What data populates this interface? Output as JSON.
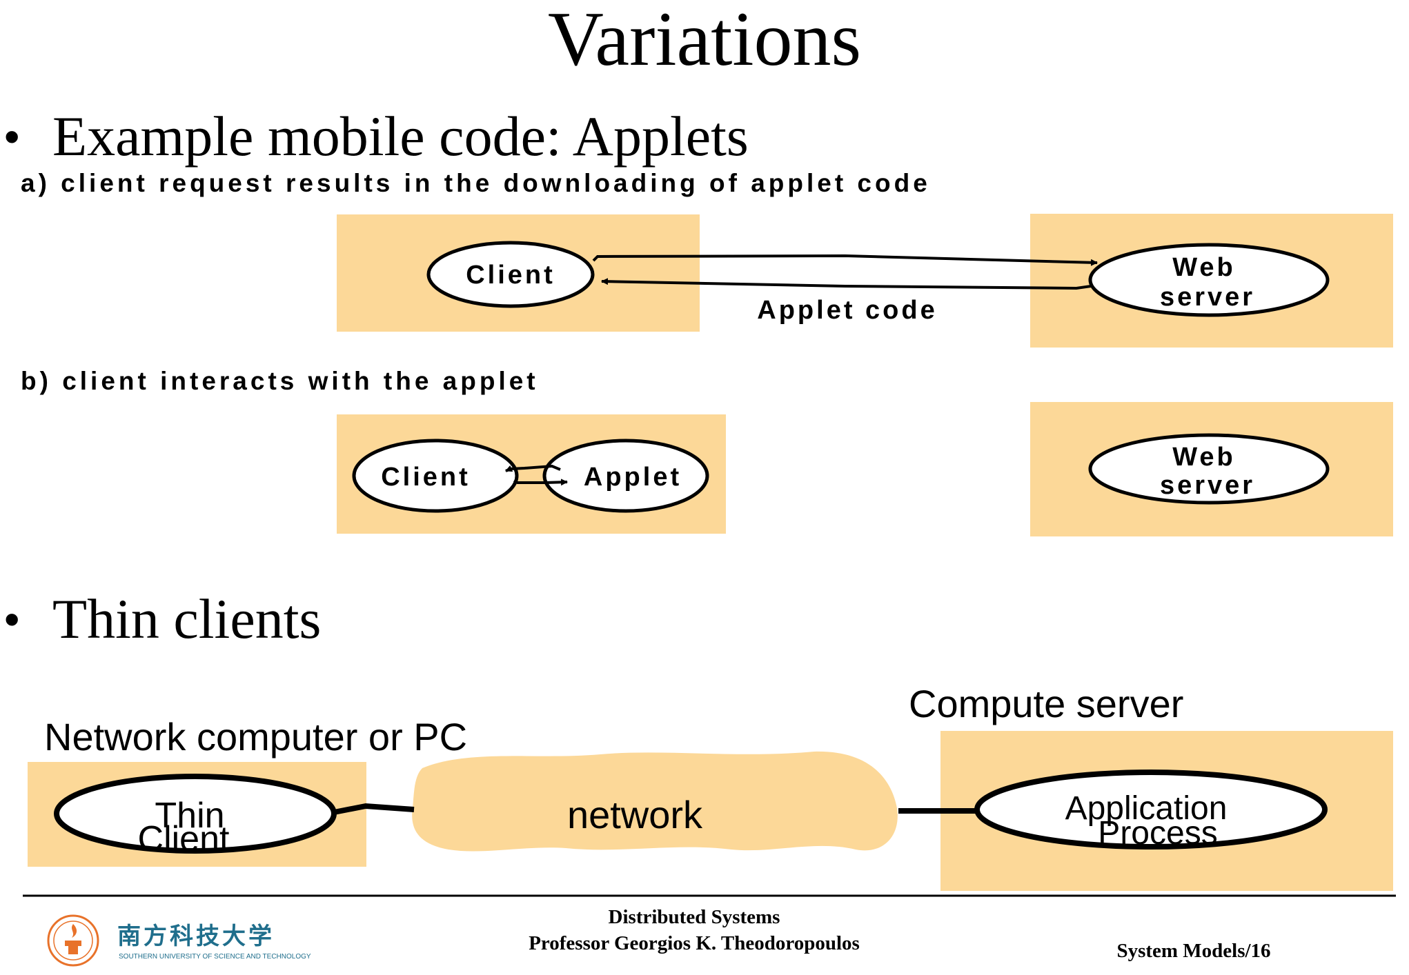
{
  "title": "Variations",
  "bullets": [
    {
      "symbol": "•",
      "text": "Example mobile code: Applets"
    },
    {
      "symbol": "•",
      "text": "Thin clients"
    }
  ],
  "applets": {
    "caption_a": "a) client request results in the downloading of applet code",
    "caption_b": "b) client  interacts with the applet",
    "client": "Client",
    "web": "Web",
    "server": "server",
    "applet_code": "Applet code",
    "applet": "Applet"
  },
  "thin": {
    "network_pc_label": "Network computer or PC",
    "compute_server_label": "Compute server",
    "network": "network",
    "thin": "Thin",
    "client": "Client",
    "application": "Application",
    "process": "Process"
  },
  "footer": {
    "course": "Distributed Systems",
    "professor": "Professor  Georgios K. Theodoropoulos",
    "page": "System Models/16",
    "logo_cn": "南方科技大学",
    "logo_en": "SOUTHERN UNIVERSITY OF SCIENCE AND TECHNOLOGY"
  },
  "colors": {
    "panel": "#fcd898",
    "logo": "#1f6e8c",
    "logo_accent": "#e8722a"
  }
}
